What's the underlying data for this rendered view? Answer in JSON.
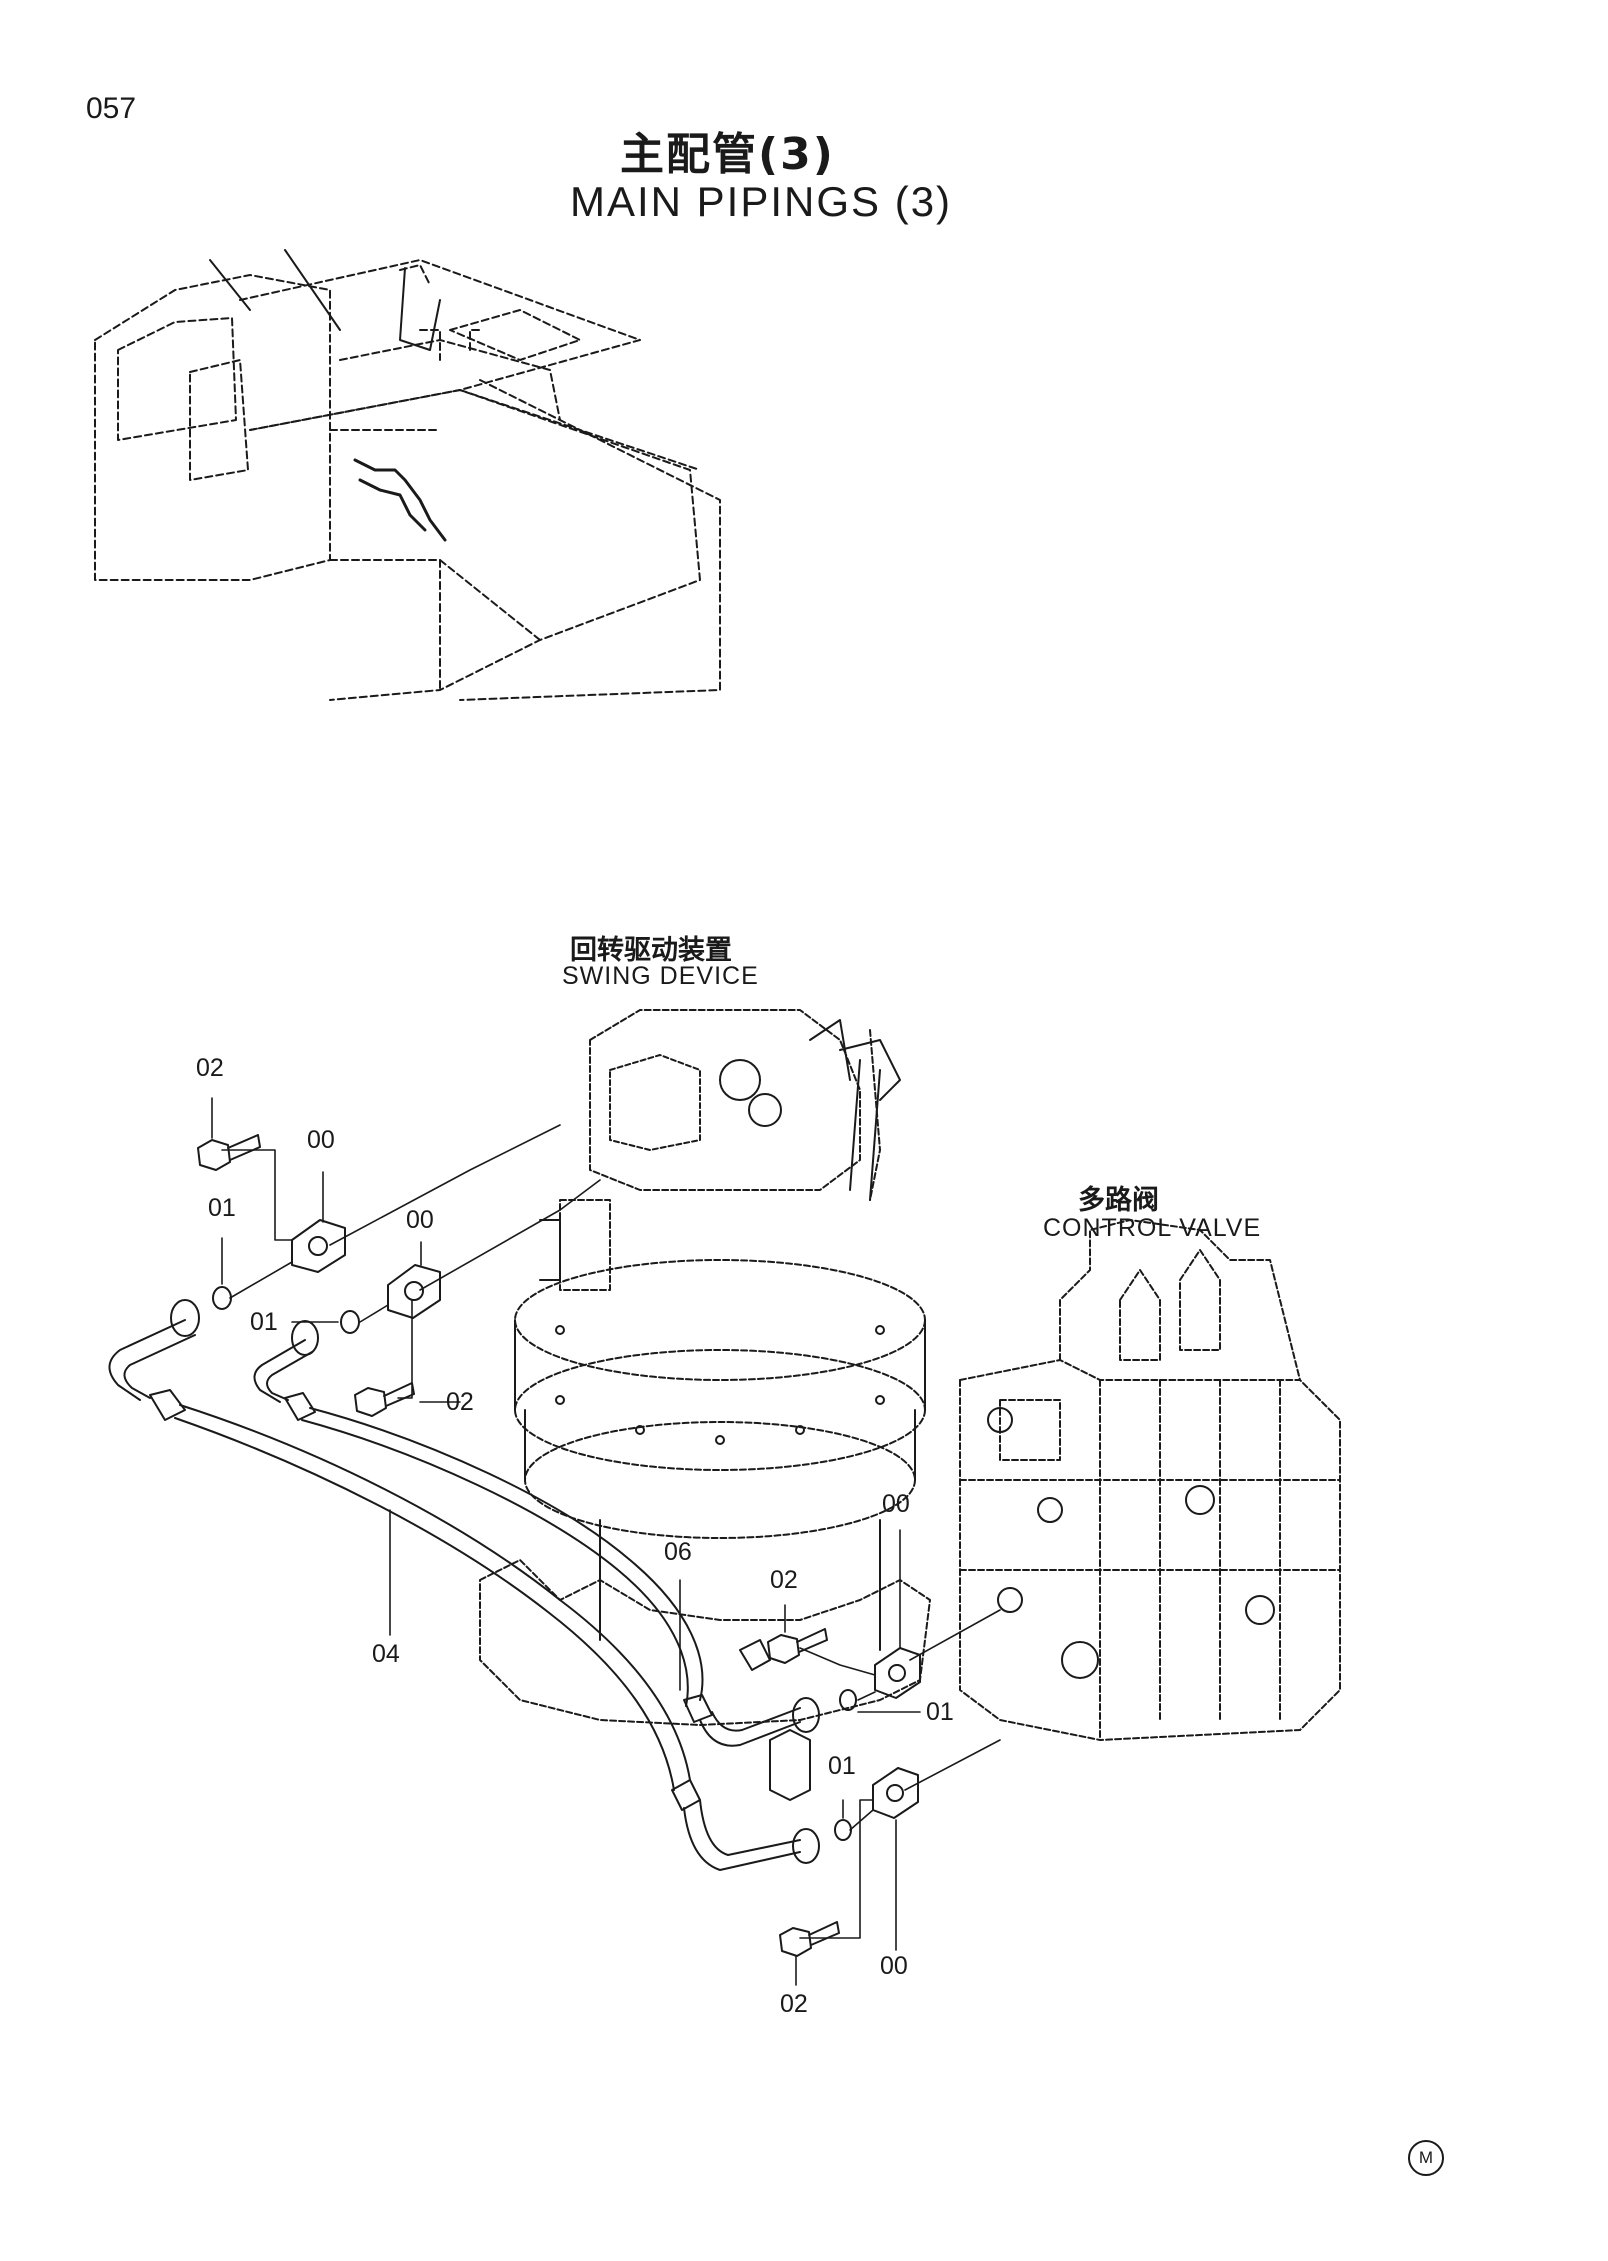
{
  "page_number": "057",
  "title": {
    "cn": "主配管(3)",
    "en": "MAIN  PIPINGS  (3)"
  },
  "components": {
    "swing_device": {
      "cn": "回转驱动装置",
      "en": "SWING  DEVICE"
    },
    "control_valve": {
      "cn": "多路阀",
      "en": "CONTROL  VALVE"
    }
  },
  "callouts": {
    "c1": "02",
    "c2": "00",
    "c3": "01",
    "c4": "00",
    "c5": "01",
    "c6": "02",
    "c7": "04",
    "c8": "06",
    "c9": "00",
    "c10": "02",
    "c11": "01",
    "c12": "01",
    "c13": "00",
    "c14": "02"
  },
  "footer_mark": "M"
}
